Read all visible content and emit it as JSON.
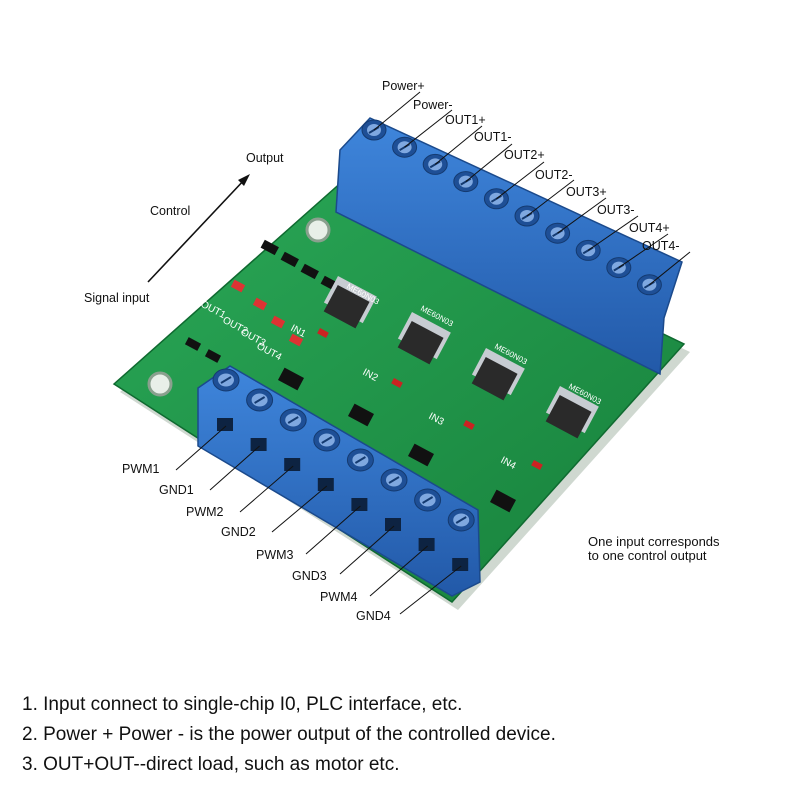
{
  "arrow_labels": {
    "output": "Output",
    "control": "Control",
    "signal_input": "Signal input"
  },
  "top_terminals": [
    "Power+",
    "Power-",
    "OUT1+",
    "OUT1-",
    "OUT2+",
    "OUT2-",
    "OUT3+",
    "OUT3-",
    "OUT4+",
    "OUT4-"
  ],
  "bottom_terminals": [
    "PWM1",
    "GND1",
    "PWM2",
    "GND2",
    "PWM3",
    "GND3",
    "PWM4",
    "GND4"
  ],
  "board_silkscreen": {
    "leds": [
      "OUT1",
      "OUT2",
      "OUT3",
      "OUT4"
    ],
    "inputs": [
      "IN1",
      "IN2",
      "IN3",
      "IN4"
    ],
    "mosfet_marking": "ME60N03"
  },
  "note": [
    "One input corresponds",
    "to one control output"
  ],
  "instructions": [
    "1. Input connect to single-chip I0, PLC interface, etc.",
    "2. Power + Power - is the power output of the controlled device.",
    "3. OUT+OUT--direct load, such as motor etc."
  ],
  "colors": {
    "pcb": "#1f9a4a",
    "terminal": "#2f6fc4",
    "text": "#111111"
  }
}
